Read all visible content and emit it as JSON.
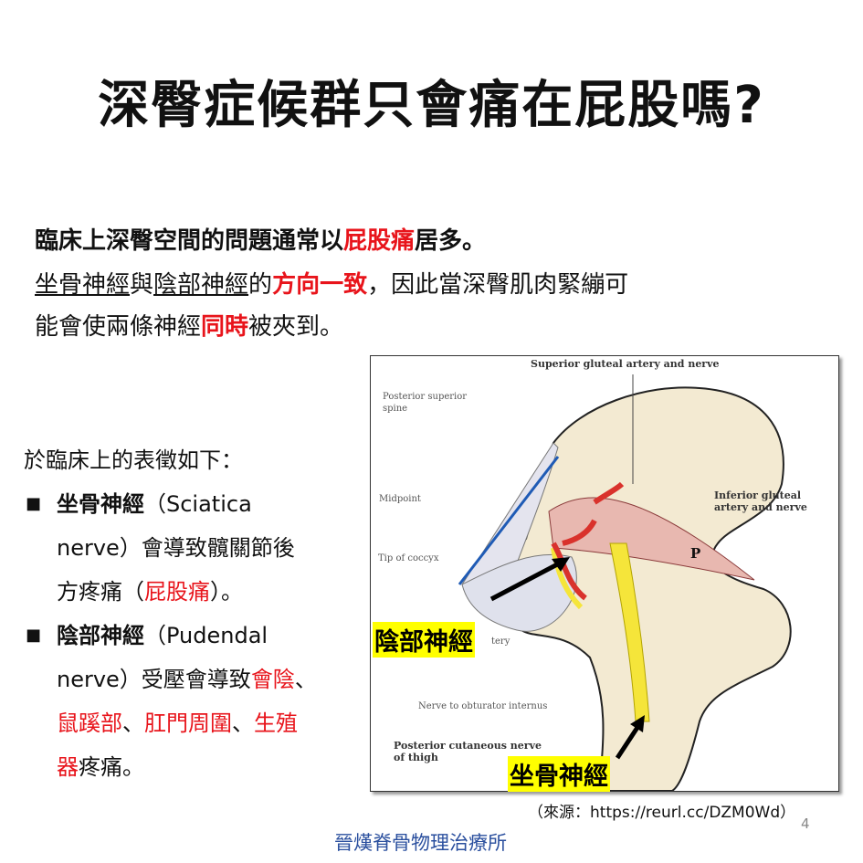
{
  "title": "深臀症候群只會痛在屁股嗎?",
  "intro": {
    "line1": {
      "pre": "臨床上深臀空間的問題通常以",
      "highlight": "屁股痛",
      "post": "居多。"
    },
    "line2": {
      "n1": "坐骨神經",
      "mid": "與",
      "n2": "陰部神經",
      "of": "的",
      "highlight": "方向一致",
      "post": "，因此當深臀肌肉緊繃可"
    },
    "line3": {
      "pre": "能會使兩條神經",
      "highlight": "同時",
      "post": "被夾到。"
    }
  },
  "list": {
    "heading": "於臨床上的表徵如下：",
    "items": [
      {
        "bullet": "■",
        "name": "坐骨神經",
        "l1": "（Sciatica",
        "l2": "nerve）會導致髖關節後",
        "l3a": "方疼痛（",
        "l3red": "屁股痛",
        "l3b": "）。"
      },
      {
        "bullet": "■",
        "name": "陰部神經",
        "l1": "（Pudendal",
        "l2a": "nerve）受壓會導致",
        "l2red": "會陰",
        "l2b": "、",
        "l3red1": "鼠蹊部",
        "l3s1": "、",
        "l3red2": "肛門周圍",
        "l3s2": "、",
        "l3red3": "生殖",
        "l4red": "器",
        "l4b": "疼痛。"
      }
    ]
  },
  "figure": {
    "labels": {
      "sup_gluteal": "Superior gluteal artery and nerve",
      "psis1": "Posterior superior",
      "psis2": "spine",
      "midpoint": "Midpoint",
      "inf_gluteal1": "Inferior gluteal",
      "inf_gluteal2": "artery and nerve",
      "coccyx": "Tip of coccyx",
      "p": "P",
      "artery_partial": "tery",
      "obturator": "Nerve to obturator internus",
      "post_cut1": "Posterior cutaneous nerve",
      "post_cut2": "of thigh"
    },
    "tag_pudendal": "陰部神經",
    "tag_sciatic": "坐骨神經"
  },
  "source": "（來源：https://reurl.cc/DZM0Wd）",
  "page_number": "4",
  "footer": "晉熯脊骨物理治療所"
}
